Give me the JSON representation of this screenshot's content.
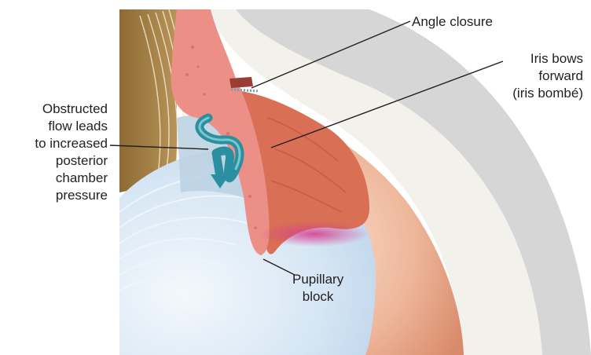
{
  "labels": {
    "angle_closure": "Angle closure",
    "iris_bows": "Iris bows\nforward\n(iris bombé)",
    "obstructed_flow": "Obstructed\nflow leads\nto increased\nposterior\nchamber\npressure",
    "pupillary_block": "Pupillary\nblock"
  },
  "colors": {
    "cornea_white": "#f2f0ea",
    "sclera_grey": "#d9d9d9",
    "ciliary_tan": "#a8874e",
    "iris_red": "#d87058",
    "ciliary_pink": "#eb8f86",
    "lens_blue": "#c9dff1",
    "anterior_chamber": "#e8a890",
    "flow_arrow": "#2a8fa0",
    "block_magenta": "#d63d8f"
  }
}
